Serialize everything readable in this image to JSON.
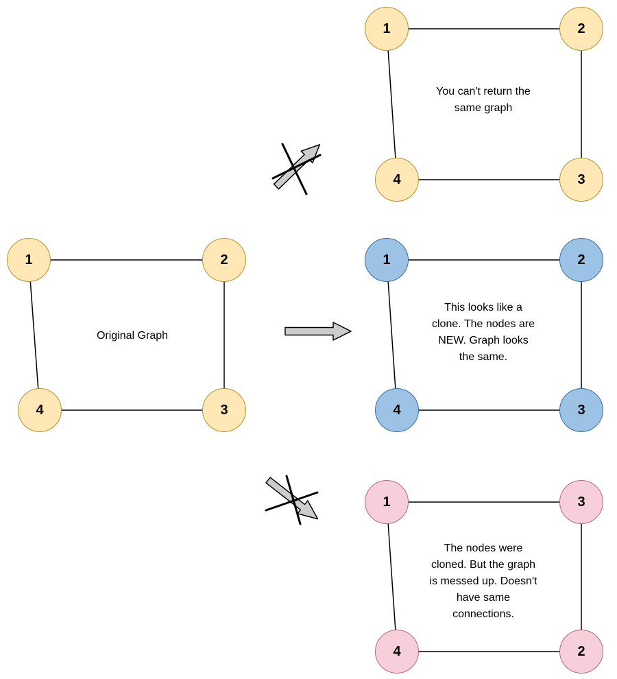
{
  "graphs": {
    "original": {
      "label": "Original Graph",
      "nodes": {
        "top_left": "1",
        "top_right": "2",
        "bottom_right": "3",
        "bottom_left": "4"
      },
      "node_fill": "#FFE8B6",
      "node_border": "#B3922F"
    },
    "same": {
      "caption": "You can't return the\nsame graph",
      "nodes": {
        "top_left": "1",
        "top_right": "2",
        "bottom_right": "3",
        "bottom_left": "4"
      },
      "node_fill": "#FFE8B6",
      "node_border": "#B3922F"
    },
    "clone": {
      "caption": "This looks like a\nclone. The nodes are\nNEW. Graph looks\nthe same.",
      "nodes": {
        "top_left": "1",
        "top_right": "2",
        "bottom_right": "3",
        "bottom_left": "4"
      },
      "node_fill": "#9CC3E5",
      "node_border": "#3C6E9F"
    },
    "wrong": {
      "caption": "The nodes were\ncloned. But the graph\nis messed up. Doesn't\nhave same\nconnections.",
      "nodes": {
        "top_left": "1",
        "top_right": "3",
        "bottom_right": "2",
        "bottom_left": "4"
      },
      "node_fill": "#F6CFDA",
      "node_border": "#B06A7C"
    }
  },
  "arrows": {
    "fill": "#CCCCCC",
    "stroke": "#000000",
    "to_same": "blocked",
    "to_clone": "allowed",
    "to_wrong": "blocked"
  }
}
